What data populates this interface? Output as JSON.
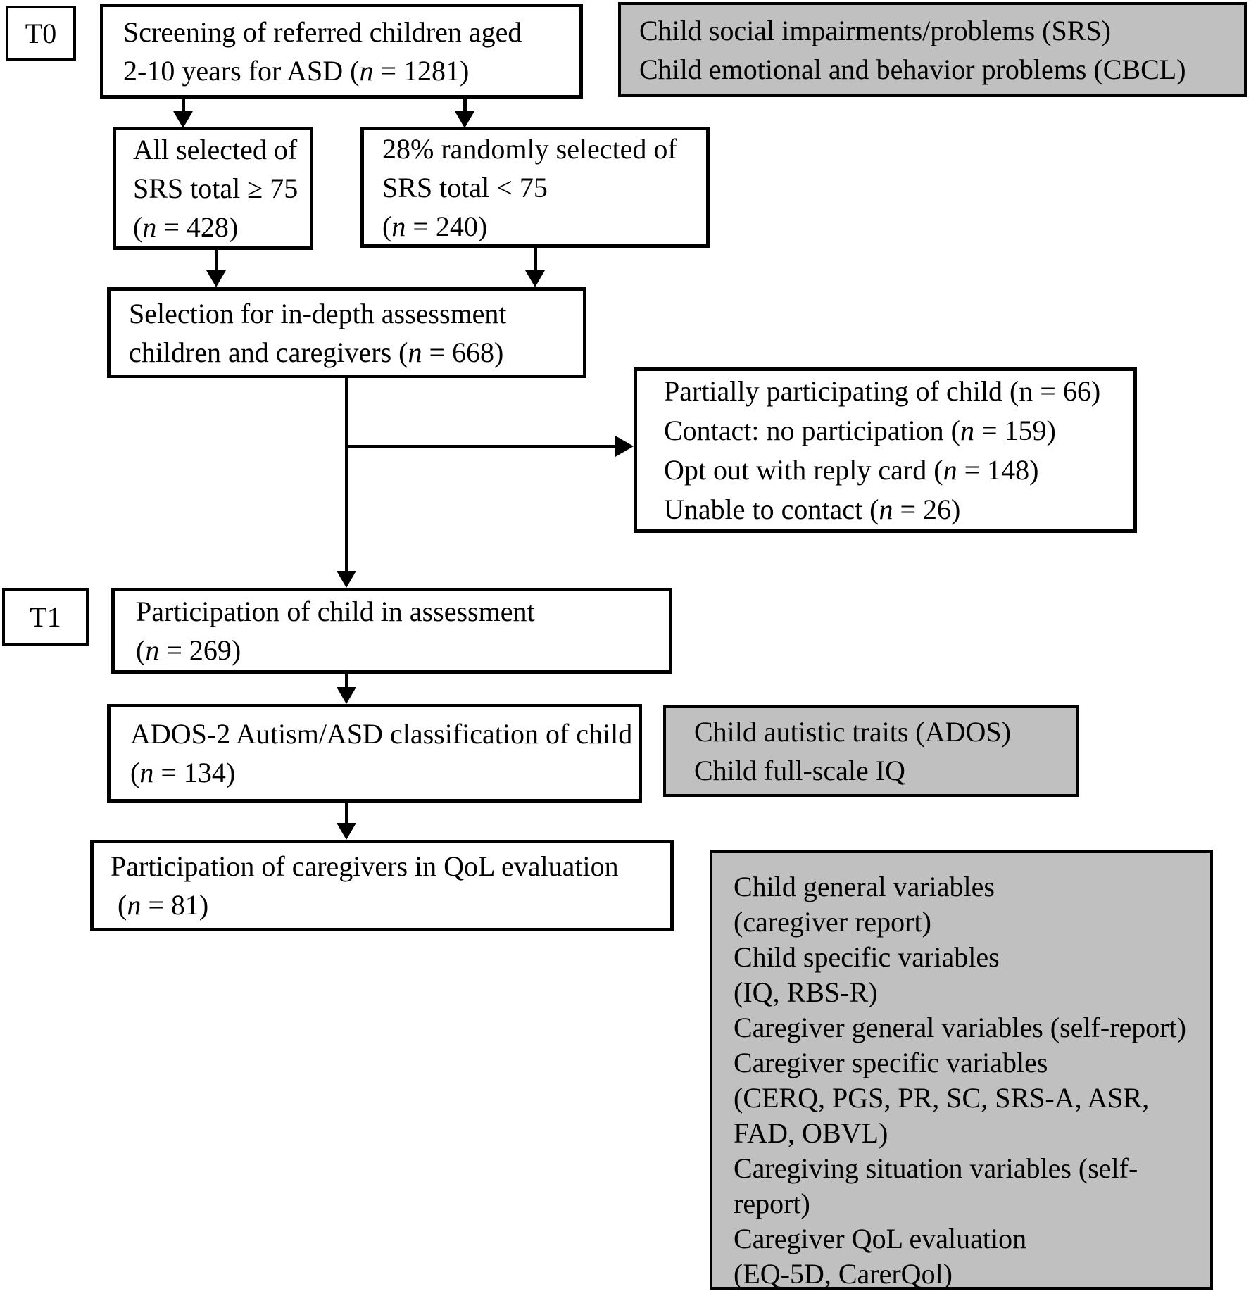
{
  "timepoints": {
    "t0": "T0",
    "t1": "T1"
  },
  "colors": {
    "box_fill_gray": "#c0c0c0",
    "box_fill_white": "#ffffff",
    "border": "#000000"
  },
  "flow": {
    "screening": {
      "lines": [
        "Screening of referred children aged",
        "2-10 years for ASD (*n* = 1281)"
      ]
    },
    "srs_above_cutoff": {
      "lines": [
        "All selected of",
        "SRS total ≥ 75",
        "(*n* = 428)"
      ]
    },
    "srs_below_cutoff": {
      "lines": [
        "28% randomly selected of",
        "SRS total < 75",
        "(*n* = 240)"
      ]
    },
    "selection": {
      "lines": [
        "Selection for in-depth assessment",
        "children and caregivers (*n* = 668)"
      ]
    },
    "exclusion": {
      "lines": [
        "Partially participating of child (n = 66)",
        "Contact: no participation (*n* = 159)",
        "Opt out with reply card (*n* = 148)",
        "Unable to contact (*n* = 26)"
      ]
    },
    "child_assessment": {
      "lines": [
        "Participation of child in assessment",
        "(*n* = 269)"
      ]
    },
    "ados_classification": {
      "lines": [
        "ADOS-2 Autism/ASD classification of child",
        "(*n* = 134)"
      ]
    },
    "caregiver_qol": {
      "lines": [
        "Participation of caregivers in QoL evaluation",
        " (*n* = 81)"
      ]
    }
  },
  "measures": {
    "t0_measures": {
      "lines": [
        "Child social impairments/problems (SRS)",
        "Child emotional and behavior problems (CBCL)"
      ]
    },
    "t1_child_measures": {
      "lines": [
        "Child autistic traits (ADOS)",
        "Child full-scale IQ"
      ]
    },
    "caregiver_measures": {
      "lines": [
        "Child general variables",
        "(caregiver report)",
        "Child specific variables",
        "(IQ, RBS-R)",
        "Caregiver general variables (self-report)",
        "Caregiver specific variables",
        "(CERQ, PGS, PR, SC, SRS-A, ASR,",
        "FAD, OBVL)",
        "Caregiving situation variables (self-",
        "report)",
        "Caregiver QoL evaluation",
        "(EQ-5D, CarerQol)"
      ]
    }
  }
}
